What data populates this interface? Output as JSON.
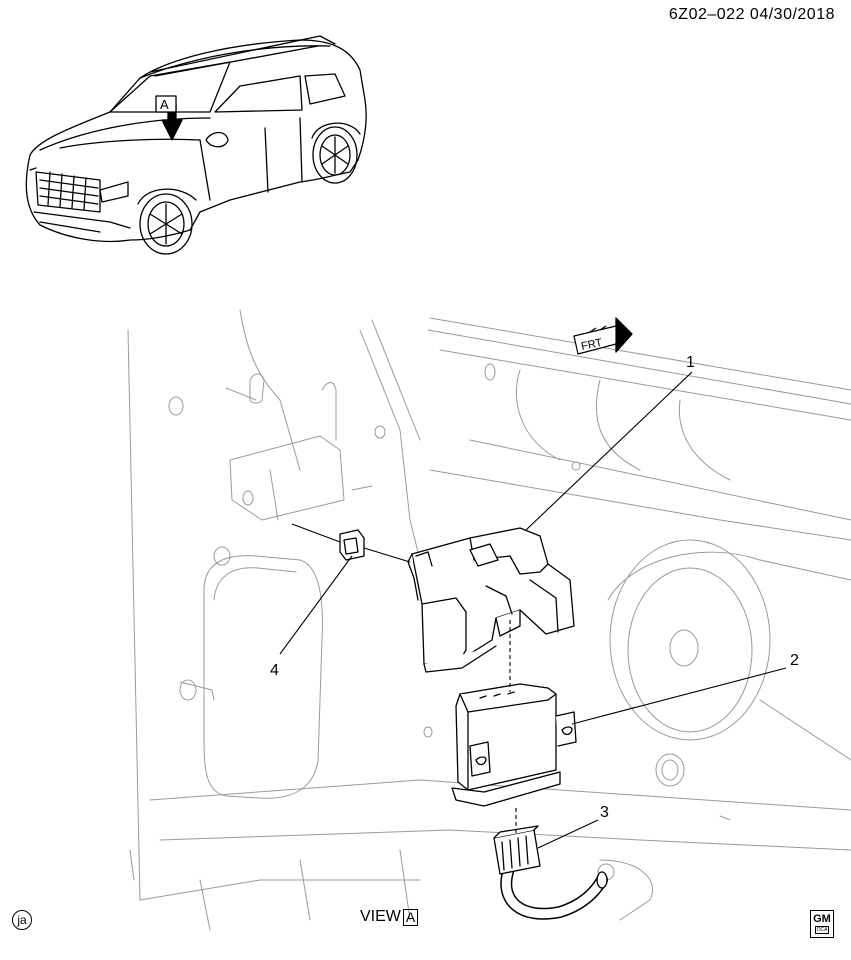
{
  "header": {
    "reference": "6Z02–022",
    "date": "04/30/2018"
  },
  "vehicle_inset": {
    "view_marker": "A"
  },
  "orientation": {
    "arrow_label": "FRT"
  },
  "callouts": [
    {
      "number": "1"
    },
    {
      "number": "2"
    },
    {
      "number": "3"
    },
    {
      "number": "4"
    }
  ],
  "view_label": {
    "prefix": "VIEW",
    "marker": "A"
  },
  "footer": {
    "corner_badge": "ja",
    "logo_text": "GM",
    "logo_subtext": "OCA"
  },
  "colors": {
    "line": "#000000",
    "background": "#ffffff",
    "background_lines": "#9a9a9a"
  }
}
